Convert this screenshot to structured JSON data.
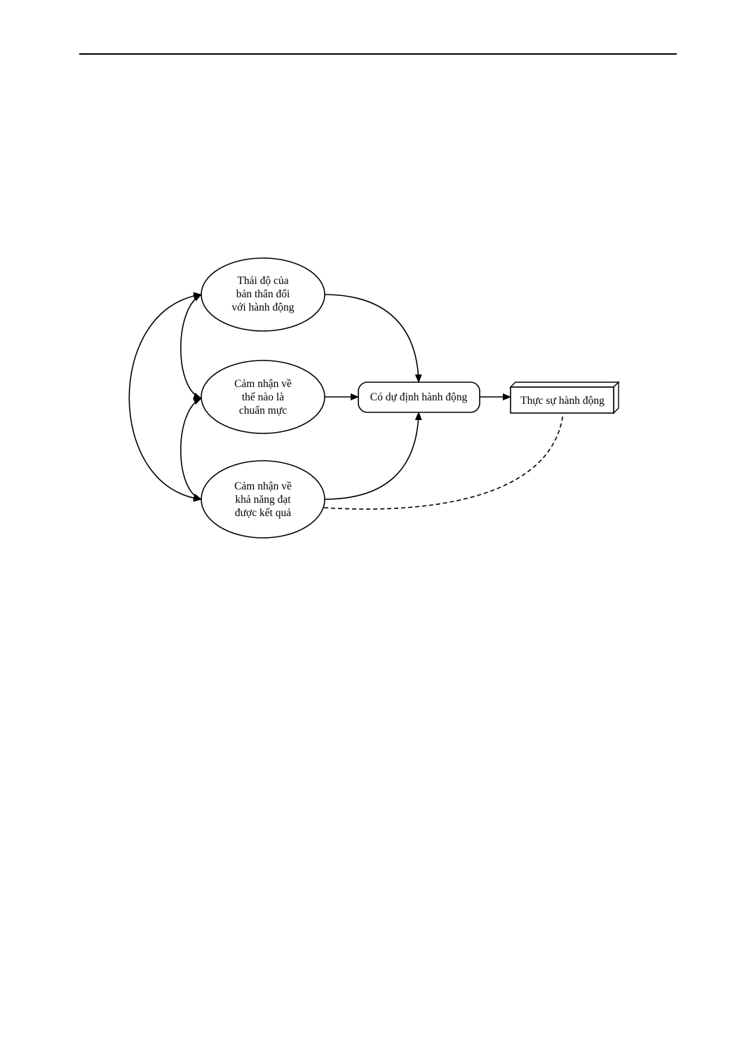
{
  "diagram": {
    "nodes": {
      "attitude": {
        "shape": "ellipse",
        "lines": [
          "Thái độ của",
          "bản thân đối",
          "với hành động"
        ]
      },
      "norms": {
        "shape": "ellipse",
        "lines": [
          "Cảm nhận về",
          "thế nào là",
          "chuẩn mực"
        ]
      },
      "control": {
        "shape": "ellipse",
        "lines": [
          "Cảm nhận về",
          "khả năng đạt",
          "được kết quả"
        ]
      },
      "intention": {
        "shape": "rounded-rectangle",
        "label": "Có dự định hành động"
      },
      "behavior": {
        "shape": "3d-box",
        "label": "Thực sự hành động"
      }
    },
    "edges": [
      {
        "from": "attitude",
        "to": "intention",
        "style": "solid",
        "arrow": "single"
      },
      {
        "from": "norms",
        "to": "intention",
        "style": "solid",
        "arrow": "single"
      },
      {
        "from": "control",
        "to": "intention",
        "style": "solid",
        "arrow": "single"
      },
      {
        "from": "intention",
        "to": "behavior",
        "style": "solid",
        "arrow": "single"
      },
      {
        "from": "control",
        "to": "behavior",
        "style": "dashed",
        "arrow": "none"
      },
      {
        "from": "attitude",
        "to": "norms",
        "style": "solid",
        "arrow": "double"
      },
      {
        "from": "norms",
        "to": "control",
        "style": "solid",
        "arrow": "double"
      },
      {
        "from": "attitude",
        "to": "control",
        "style": "solid",
        "arrow": "double"
      }
    ]
  }
}
